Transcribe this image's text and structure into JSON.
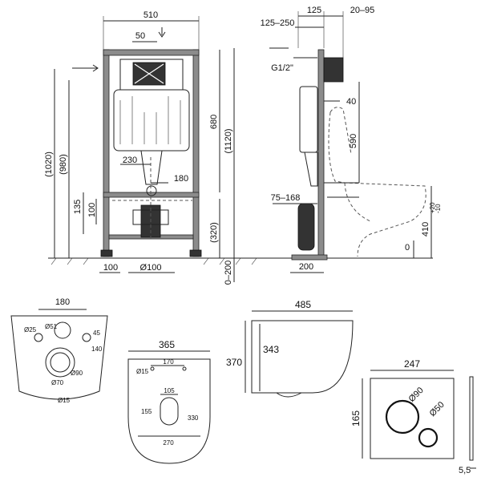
{
  "front_view": {
    "width": "510",
    "offset_50": "50",
    "h_1020": "(1020)",
    "h_980": "(980)",
    "h_680": "680",
    "h_1120": "(1120)",
    "d_230": "230",
    "d_180": "180",
    "h_135": "135",
    "h_100": "100",
    "h_320": "(320)",
    "b_100": "100",
    "pipe": "Ø100",
    "adj": "0–200"
  },
  "side_view": {
    "d_125_250": "125–250",
    "d_125": "125",
    "d_20_95": "20–95",
    "thread": "G1/2\"",
    "d_40": "40",
    "d_590": "590",
    "d_75_168": "75–168",
    "d_200": "200",
    "floor_zero": "0",
    "bowl_height": "410",
    "tol_up": "+20",
    "tol_dn": "-10"
  },
  "back_view": {
    "d_180": "180",
    "d_25": "Ø25",
    "d_51": "Ø51",
    "d_45": "45",
    "d_140": "140",
    "d_90": "Ø90",
    "d_70": "Ø70",
    "d_15": "Ø15"
  },
  "top_view": {
    "width": "365",
    "d_170": "170",
    "d_105": "105",
    "d_155": "155",
    "d_330": "330",
    "d_270": "270",
    "d_15": "Ø15"
  },
  "bowl_side": {
    "length": "485",
    "h_370": "370",
    "h_343": "343"
  },
  "plate": {
    "width": "247",
    "height": "165",
    "big_button": "Ø90",
    "small_button": "Ø50",
    "depth": "5,5"
  }
}
